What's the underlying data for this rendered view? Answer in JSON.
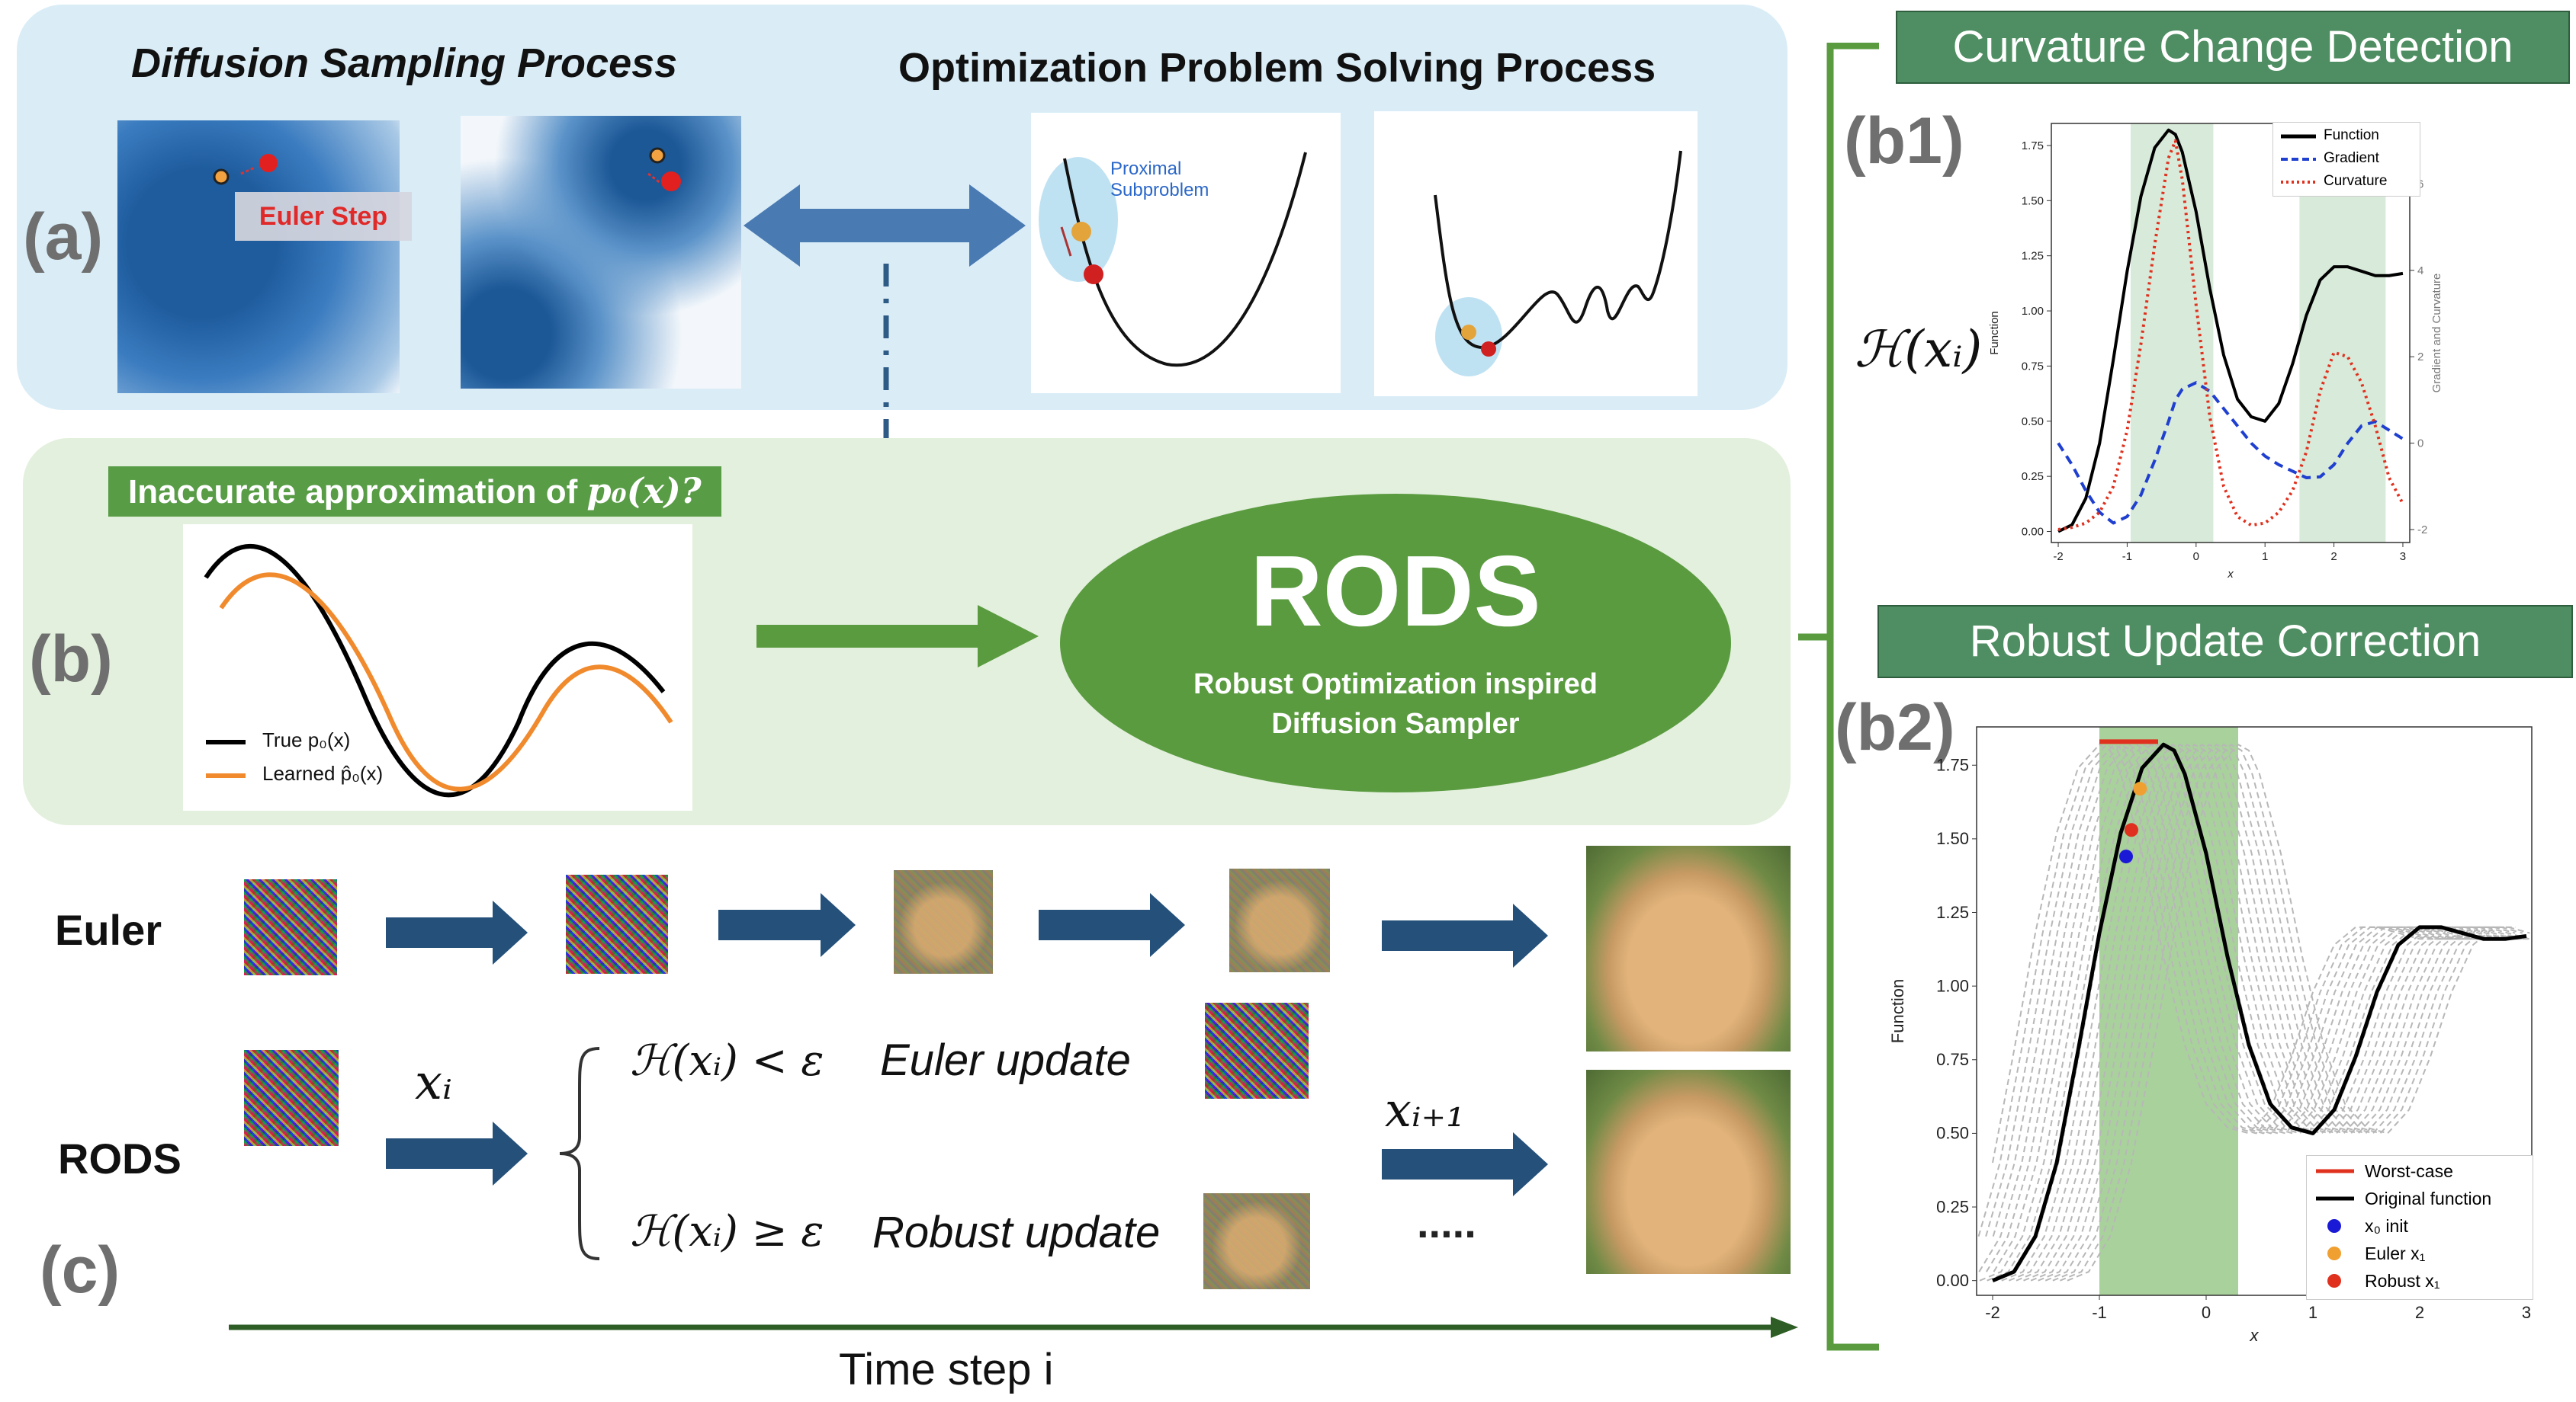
{
  "panel_a": {
    "letter": "(a)",
    "diffusion_title": "Diffusion Sampling Process",
    "optimization_title": "Optimization Problem Solving Process",
    "euler_step_label": "Euler Step",
    "proximal_label_1": "Proximal",
    "proximal_label_2": "Subproblem"
  },
  "panel_b": {
    "letter": "(b)",
    "question_label": "Inaccurate approximation of",
    "question_math": "p₀(x)?",
    "legend_true": "True p₀(x)",
    "legend_learned": "Learned p̂₀(x)",
    "rods_title": "RODS",
    "rods_subtitle_1": "Robust Optimization inspired",
    "rods_subtitle_2": "Diffusion Sampler",
    "colors": {
      "true_curve": "#000000",
      "learned_curve": "#f08a2c",
      "rods_ellipse": "#5a9b40"
    }
  },
  "panel_c": {
    "letter": "(c)",
    "euler_label": "Euler",
    "rods_label": "RODS",
    "x_i": "xᵢ",
    "x_i_plus_1": "xᵢ₊₁",
    "condition_low": "ℋ(xᵢ) < ε",
    "condition_high": "ℋ(xᵢ) ≥ ε",
    "euler_update": "Euler update",
    "robust_update": "Robust update",
    "ellipsis": ".....",
    "time_axis_label": "Time step i"
  },
  "panel_b1": {
    "banner": "Curvature Change Detection",
    "letter": "(b1)",
    "h_label": "ℋ(xᵢ)"
  },
  "panel_b2": {
    "banner": "Robust Update Correction",
    "letter": "(b2)"
  },
  "chart_data": [
    {
      "type": "line",
      "id": "b1",
      "xlabel": "x",
      "ylabel": "Function",
      "y2label": "Gradient and Curvature",
      "xlim": [
        -2.1,
        3.1
      ],
      "ylim": [
        -0.05,
        1.85
      ],
      "y2lim": [
        -2.3,
        7.4
      ],
      "x_ticks": [
        "-2",
        "-1",
        "0",
        "1",
        "2",
        "3"
      ],
      "y_ticks": [
        "0.00",
        "0.25",
        "0.50",
        "0.75",
        "1.00",
        "1.25",
        "1.50",
        "1.75"
      ],
      "y2_ticks": [
        "-2",
        "0",
        "2",
        "4",
        "6"
      ],
      "shaded_regions": [
        [
          -0.95,
          0.25
        ],
        [
          1.5,
          2.75
        ]
      ],
      "x": [
        -2.0,
        -1.8,
        -1.6,
        -1.4,
        -1.2,
        -1.0,
        -0.8,
        -0.6,
        -0.4,
        -0.3,
        -0.2,
        0.0,
        0.2,
        0.4,
        0.6,
        0.8,
        1.0,
        1.2,
        1.4,
        1.6,
        1.8,
        2.0,
        2.2,
        2.4,
        2.6,
        2.8,
        3.0
      ],
      "series": [
        {
          "name": "Function",
          "style": "solid",
          "color": "#000000",
          "axis": "left",
          "values": [
            0.0,
            0.03,
            0.15,
            0.4,
            0.78,
            1.18,
            1.52,
            1.74,
            1.82,
            1.8,
            1.72,
            1.45,
            1.1,
            0.8,
            0.6,
            0.52,
            0.5,
            0.58,
            0.76,
            0.98,
            1.14,
            1.2,
            1.2,
            1.18,
            1.16,
            1.16,
            1.17
          ]
        },
        {
          "name": "Gradient",
          "style": "dashed",
          "color": "#1f3fd0",
          "axis": "right",
          "values": [
            0.0,
            -0.5,
            -1.1,
            -1.6,
            -1.85,
            -1.7,
            -1.2,
            -0.4,
            0.5,
            1.0,
            1.25,
            1.4,
            1.2,
            0.8,
            0.4,
            0.0,
            -0.3,
            -0.5,
            -0.65,
            -0.8,
            -0.78,
            -0.5,
            0.0,
            0.4,
            0.5,
            0.3,
            0.1
          ]
        },
        {
          "name": "Curvature",
          "style": "dotted",
          "color": "#e0301e",
          "axis": "right",
          "values": [
            -2.0,
            -1.95,
            -1.85,
            -1.6,
            -1.0,
            0.3,
            2.3,
            4.6,
            6.6,
            7.0,
            6.1,
            3.2,
            0.6,
            -1.0,
            -1.7,
            -1.9,
            -1.85,
            -1.6,
            -1.1,
            -0.2,
            1.2,
            2.1,
            2.0,
            1.4,
            0.4,
            -0.8,
            -1.4
          ]
        }
      ],
      "legend_position": "top-right"
    },
    {
      "type": "line",
      "id": "b2",
      "xlabel": "x",
      "ylabel": "Function",
      "xlim": [
        -2.15,
        3.05
      ],
      "ylim": [
        -0.05,
        1.88
      ],
      "x_ticks": [
        "-2",
        "-1",
        "0",
        "1",
        "2",
        "3"
      ],
      "y_ticks": [
        "0.00",
        "0.25",
        "0.50",
        "0.75",
        "1.00",
        "1.25",
        "1.50",
        "1.75"
      ],
      "shaded_regions": [
        [
          -1.0,
          0.3
        ]
      ],
      "x": [
        -2.0,
        -1.8,
        -1.6,
        -1.4,
        -1.2,
        -1.0,
        -0.8,
        -0.6,
        -0.4,
        -0.3,
        -0.2,
        0.0,
        0.2,
        0.4,
        0.6,
        0.8,
        1.0,
        1.2,
        1.4,
        1.6,
        1.8,
        2.0,
        2.2,
        2.4,
        2.6,
        2.8,
        3.0
      ],
      "series": [
        {
          "name": "Original function",
          "style": "solid",
          "color": "#000000",
          "values": [
            0.0,
            0.03,
            0.15,
            0.4,
            0.78,
            1.18,
            1.52,
            1.74,
            1.82,
            1.8,
            1.72,
            1.45,
            1.1,
            0.8,
            0.6,
            0.52,
            0.5,
            0.58,
            0.76,
            0.98,
            1.14,
            1.2,
            1.2,
            1.18,
            1.16,
            1.16,
            1.17
          ]
        },
        {
          "name": "Worst-case",
          "style": "solid",
          "color": "#e0301e",
          "x_range": [
            -1.0,
            -0.45
          ],
          "value": 1.83
        }
      ],
      "points": [
        {
          "name": "x₀ init",
          "x": -0.75,
          "y": 1.44,
          "color": "#1a1ad6"
        },
        {
          "name": "Euler x₁",
          "x": -0.62,
          "y": 1.67,
          "color": "#f0a030"
        },
        {
          "name": "Robust x₁",
          "x": -0.7,
          "y": 1.53,
          "color": "#e0301e"
        }
      ],
      "shifted_copies": 20,
      "shift_range": [
        -1.0,
        0.3
      ],
      "legend_position": "bottom-right"
    }
  ]
}
